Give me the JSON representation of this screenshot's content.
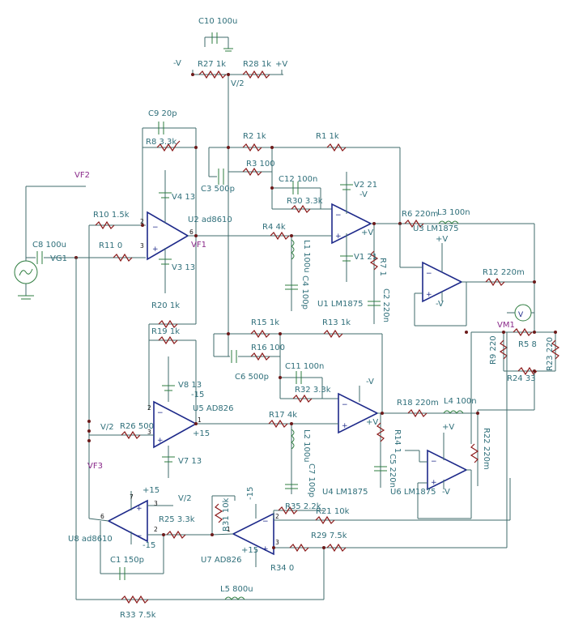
{
  "components": {
    "C10": "C10 100u",
    "R27": "R27 1k",
    "R28": "R28 1k",
    "neg_v": "-V",
    "pos_v": "+V",
    "vhalf_top": "V/2",
    "C9": "C9 20p",
    "R8": "R8 3.3k",
    "V4": "V4 13",
    "U2": "U2 ad8610",
    "V3": "V3 13",
    "VF1": "VF1",
    "VF2": "VF2",
    "R10": "R10 1.5k",
    "R11": "R11 0",
    "C8": "C8 100u",
    "VG1": "VG1",
    "R20": "R20 1k",
    "R2": "R2 1k",
    "R1": "R1 1k",
    "R3": "R3 100",
    "C3": "C3 500p",
    "C12": "C12 100n",
    "R30": "R30 3.3k",
    "V2": "V2 21",
    "V2_neg": "-V",
    "V1": "V1 21",
    "V1_pos": "+V",
    "R4": "R4 4k",
    "L1": "L1 100u",
    "C4": "C4 100p",
    "U1": "U1 LM1875",
    "R6": "R6 220m",
    "L3": "L3 100n",
    "U3": "U3 LM1875",
    "R7": "R7 1",
    "C2": "C2 220n",
    "U3_pos": "+V",
    "U3_neg": "-V",
    "R12": "R12 220m",
    "VM1": "VM1",
    "meter": "V",
    "R5": "R5 8",
    "R9": "R9 220",
    "R23": "R23 220",
    "R24": "R24 33",
    "R15": "R15 1k",
    "R13": "R13 1k",
    "R16": "R16 100",
    "C6": "C6 500p",
    "C11": "C11 100n",
    "R32": "R32 3.3k",
    "U4_neg": "-V",
    "R19": "R19 1k",
    "V8": "V8 13",
    "V8_val": "-15",
    "U5": "U5 AD826",
    "U5_pos": "+15",
    "V7": "V7 13",
    "vhalf_mid": "V/2",
    "R26": "R26 500",
    "R17": "R17 4k",
    "L2": "L2 100u",
    "C7": "C7 100p",
    "U4": "U4 LM1875",
    "U4_pos": "+V",
    "R14": "R14 1",
    "C5": "C5 220n",
    "R18": "R18 220m",
    "L4": "L4 100n",
    "U6": "U6 LM1875",
    "U6_pos": "+V",
    "U6_neg": "-V",
    "R22": "R22 220m",
    "VF3": "VF3",
    "U8_pos": "+15",
    "vhalf_low": "V/2",
    "R25": "R25 3.3k",
    "U8": "U8 ad8610",
    "U8_neg": "-15",
    "C1": "C1 150p",
    "U7_neg": "-15",
    "R31": "R31 10k",
    "R35": "R35 2.2k",
    "R21": "R21 10k",
    "U7": "U7 AD826",
    "U7_pos": "+15",
    "R29": "R29 7.5k",
    "R34": "R34 0",
    "L5": "L5 800u",
    "R33": "R33 7.5k"
  },
  "pins": {
    "u2_in_neg": "2",
    "u2_in_pos": "3",
    "u2_out": "6",
    "u5_in_neg": "2",
    "u5_in_pos": "3",
    "u5_out": "1",
    "u8_top": "7",
    "u8_pin3": "3",
    "u8_pin2": "2",
    "u8_out": "6",
    "u7_pin2": "2",
    "u7_pin3": "3",
    "u7_out": "1"
  },
  "colors": {
    "wire": "#3f6b6b",
    "component": "#2e7d3f",
    "resistor": "#8b1a1a",
    "opamp": "#1e2a8a",
    "label": "#2f6f7a",
    "probe": "#8a2a8a"
  }
}
